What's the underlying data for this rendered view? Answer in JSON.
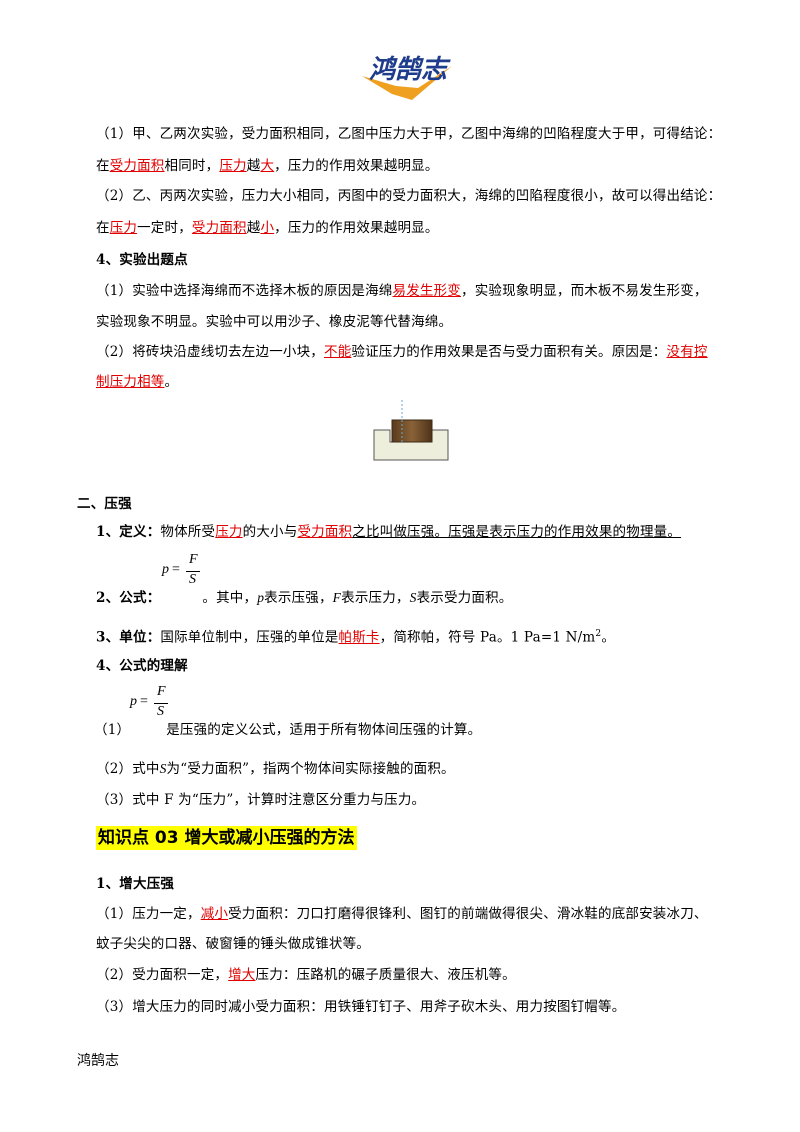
{
  "header": {
    "logo_text": "鸿鹄志"
  },
  "section1": {
    "p1_a": "（1）甲、乙两次实验，受力面积相同，乙图中压力大于甲，乙图中海绵的凹陷程度大于甲，可得结论：",
    "p1_b_1": "在",
    "p1_b_fill1": "受力面积",
    "p1_b_2": "相同时，",
    "p1_b_fill2": "压力",
    "p1_b_3": "越",
    "p1_b_fill3": "大",
    "p1_b_4": "，压力的作用效果越明显。",
    "p2_a": "（2）乙、丙两次实验，压力大小相同，丙图中的受力面积大，海绵的凹陷程度很小，故可以得出结论：",
    "p2_b_1": "在",
    "p2_b_fill1": "压力",
    "p2_b_2": "一定时，",
    "p2_b_fill2": "受力面积",
    "p2_b_3": "越",
    "p2_b_fill3": "小",
    "p2_b_4": "，压力的作用效果越明显。",
    "h4": "4、实验出题点",
    "q1_a_1": "（1）实验中选择海绵而不选择木板的原因是海绵",
    "q1_a_fill": "易发生形变",
    "q1_a_2": "，实验现象明显，而木板不易发生形变，",
    "q1_b": "实验现象不明显。实验中可以用沙子、橡皮泥等代替海绵。",
    "q2_a_1": "（2）将砖块沿虚线切去左边一小块，",
    "q2_a_fill": "不能",
    "q2_a_2": "验证压力的作用效果是否与受力面积有关。原因是：",
    "q2_a_fill2": "没有控",
    "q2_b_fill": "制压力相等",
    "q2_b_2": "。"
  },
  "section2": {
    "title": "二、压强",
    "def_label": "1、定义：",
    "def_1": "物体所受",
    "def_fill1": "压力",
    "def_2": "的大小与",
    "def_fill2": "受力面积",
    "def_3": "之比叫做压强。压强是表示压力的作用效果的物理量。",
    "formula_p": "p",
    "formula_eq": "=",
    "formula_F": "F",
    "formula_S": "S",
    "formula_label": "2、公式：",
    "formula_text_1": "。其中，",
    "formula_text_p": "p",
    "formula_text_2": "表示压强，",
    "formula_text_F": "F",
    "formula_text_3": "表示压力，",
    "formula_text_S": "S",
    "formula_text_4": "表示受力面积。",
    "unit_label": "3、单位：",
    "unit_1": "国际单位制中，压强的单位是",
    "unit_fill": "帕斯卡",
    "unit_2": "，简称帕，符号 Pa。1 Pa=1 N/m",
    "unit_sup": "2",
    "unit_3": "。",
    "h4": "4、公式的理解",
    "u1_num": "（1）",
    "u1_text": "是压强的定义公式，适用于所有物体间压强的计算。",
    "u2": "（2）式中",
    "u2_S": "S",
    "u2_rest": "为“受力面积”，指两个物体间实际接触的面积。",
    "u3": "（3）式中 F 为“压力”，计算时注意区分重力与压力。"
  },
  "kp03": {
    "title": "知识点 03  增大或减小压强的方法",
    "h1": "1、增大压强",
    "m1_1": "（1）压力一定，",
    "m1_fill": "减小",
    "m1_2": "受力面积：刀口打磨得很锋利、图钉的前端做得很尖、滑冰鞋的底部安装冰刀、",
    "m1_b": "蚊子尖尖的口器、破窗锤的锤头做成锥状等。",
    "m2_1": "（2）受力面积一定，",
    "m2_fill": "增大",
    "m2_2": "压力：压路机的碾子质量很大、液压机等。",
    "m3": "（3）增大压力的同时减小受力面积：用铁锤钉钉子、用斧子砍木头、用力按图钉帽等。"
  },
  "footer": {
    "text": "鸿鹄志"
  },
  "colors": {
    "fill_red": "#e00000",
    "highlight": "#ffff00",
    "logo_blue": "#1f3c8c",
    "logo_orange": "#f0a020"
  }
}
